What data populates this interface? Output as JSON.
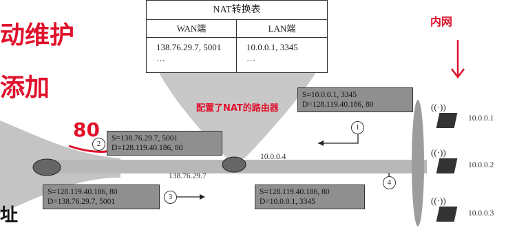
{
  "nat_table": {
    "title": "NAT转换表",
    "col_wan": "WAN端",
    "col_lan": "LAN端",
    "row1_wan": "138.76.29.7, 5001",
    "row1_lan": "10.0.0.1, 3345",
    "row2_wan": "…",
    "row2_lan": "…"
  },
  "labels": {
    "inner_net": "内网",
    "router_label": "配置了NAT的路由器",
    "router_lan_ip": "10.0.0.4",
    "router_wan_ip": "138.76.29.7",
    "left_partial": "址"
  },
  "handwriting": {
    "line1": "动维护",
    "line2": "添加",
    "number": "80"
  },
  "packets": {
    "p1": {
      "num": "1",
      "s": "S=10.0.0.1, 3345",
      "d": "D=128.119.40.186, 80"
    },
    "p2": {
      "num": "2",
      "s": "S=138.76.29.7, 5001",
      "d": "D=128.119.40.186, 80"
    },
    "p3": {
      "num": "3",
      "s": "S=128.119.40.186, 80",
      "d": "D=138.76.29.7, 5001"
    },
    "p4": {
      "num": "4",
      "s": "S=128.119.40.186, 80",
      "d": "D=10.0.0.1, 3345"
    }
  },
  "hosts": [
    {
      "ip": "10.0.0.1"
    },
    {
      "ip": "10.0.0.2"
    },
    {
      "ip": "10.0.0.3"
    }
  ],
  "colors": {
    "annotation": "#e0102b",
    "packet_bg": "#8f8f8f",
    "network": "#bdbdbd"
  }
}
